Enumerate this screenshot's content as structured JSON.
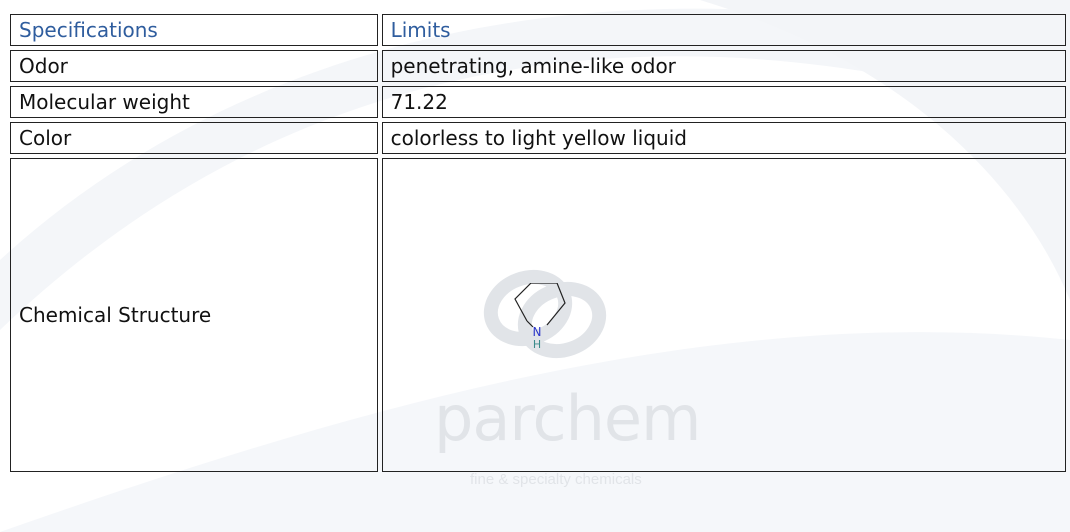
{
  "table": {
    "header": {
      "spec": "Specifications",
      "limits": "Limits"
    },
    "rows": [
      {
        "spec": "Odor",
        "limit": "penetrating, amine-like odor"
      },
      {
        "spec": "Molecular weight",
        "limit": "71.22"
      },
      {
        "spec": "Color",
        "limit": "colorless to light yellow liquid"
      }
    ],
    "structure": {
      "spec": "Chemical Structure",
      "atom_n": "N",
      "atom_h": "H"
    }
  },
  "watermark": {
    "word": "parchem",
    "tagline": "fine & specialty chemicals"
  },
  "colors": {
    "header_text": "#2f5d9e",
    "border": "#222222",
    "watermark": "#e1e4e8",
    "atom_n": "#2a35c8",
    "atom_h": "#3a8a8a"
  },
  "icons": {
    "molecule": "pyrrolidine-structure-icon",
    "logo": "parchem-logo-icon"
  }
}
